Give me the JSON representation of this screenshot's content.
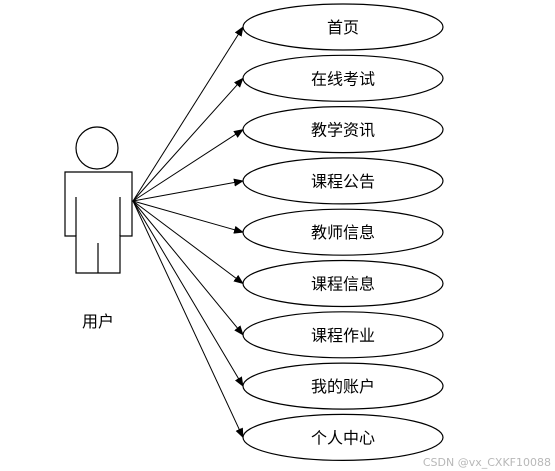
{
  "actor": {
    "label": "用户"
  },
  "use_cases": [
    {
      "id": "home",
      "label": "首页"
    },
    {
      "id": "online-exam",
      "label": "在线考试"
    },
    {
      "id": "teaching-news",
      "label": "教学资讯"
    },
    {
      "id": "course-notice",
      "label": "课程公告"
    },
    {
      "id": "teacher-info",
      "label": "教师信息"
    },
    {
      "id": "course-info",
      "label": "课程信息"
    },
    {
      "id": "course-homework",
      "label": "课程作业"
    },
    {
      "id": "my-account",
      "label": "我的账户"
    },
    {
      "id": "personal-center",
      "label": "个人中心"
    }
  ],
  "watermark": "CSDN @vx_CXKF10088",
  "colors": {
    "stroke": "#000000",
    "background": "#ffffff",
    "watermark": "#b8b8b8"
  }
}
